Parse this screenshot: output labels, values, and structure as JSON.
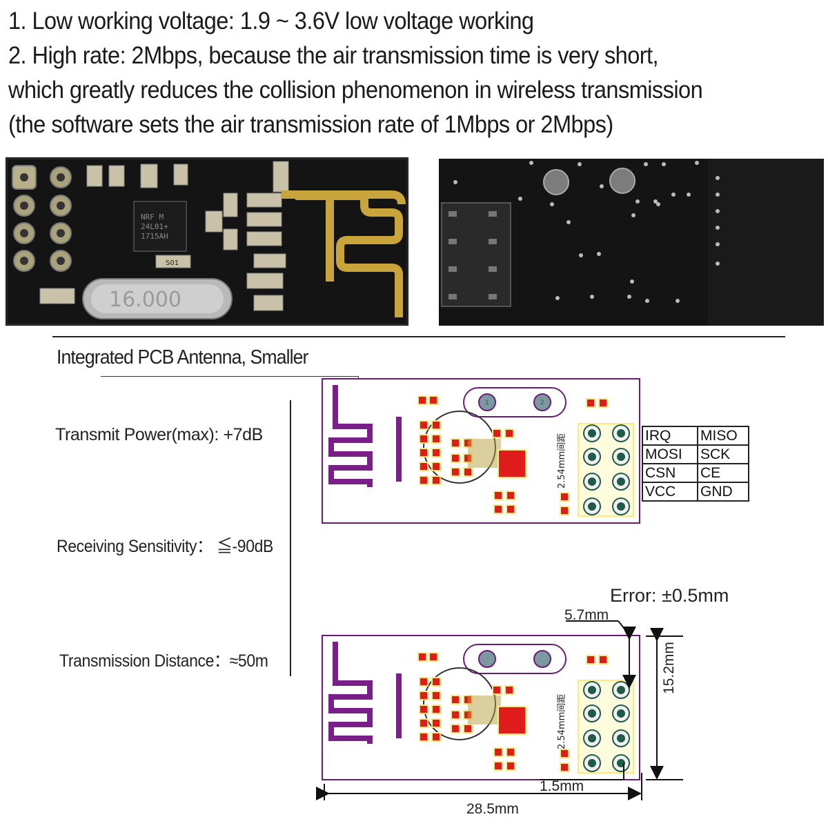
{
  "intro": {
    "line1": "1. Low working voltage: 1.9 ~ 3.6V low voltage working",
    "line2": "2. High rate: 2Mbps, because the air transmission time is very short,",
    "line3": " which greatly reduces the collision phenomenon in wireless transmission",
    "line4": "(the software sets the air transmission rate of 1Mbps or 2Mbps)"
  },
  "photos": {
    "front": {
      "chip_text": [
        "NRF M",
        "24L01+",
        "1715AH"
      ],
      "crystal_text": "16.000",
      "part_text": "S01"
    },
    "back": {}
  },
  "specs": {
    "antenna": "Integrated PCB Antenna, Smaller",
    "power": "Transmit Power(max): +7dB",
    "sensitivity": "Receiving Sensitivity： ≦-90dB",
    "distance": "Transmission Distance：≈50m"
  },
  "board": {
    "pitch_label": "2.54mm间距",
    "hole_labels": [
      "1",
      "2"
    ],
    "pin_number": "2"
  },
  "pinout": [
    [
      "IRQ",
      "MISO"
    ],
    [
      "MOSI",
      "SCK"
    ],
    [
      "CSN",
      "CE"
    ],
    [
      "VCC",
      "GND"
    ]
  ],
  "dimensions": {
    "error": "Error: ±0.5mm",
    "d_5_7": "5.7mm",
    "d_1_5": "1.5mm",
    "d_28_5": "28.5mm",
    "d_15_2": "15.2mm"
  },
  "colors": {
    "board_outline": "#6b1a7a",
    "antenna_trace": "#7a1f8a",
    "pad_red": "#e01b1b",
    "pad_yellow": "#ffe97a",
    "pcb_black": "#141414",
    "gold": "#c9a43a"
  }
}
